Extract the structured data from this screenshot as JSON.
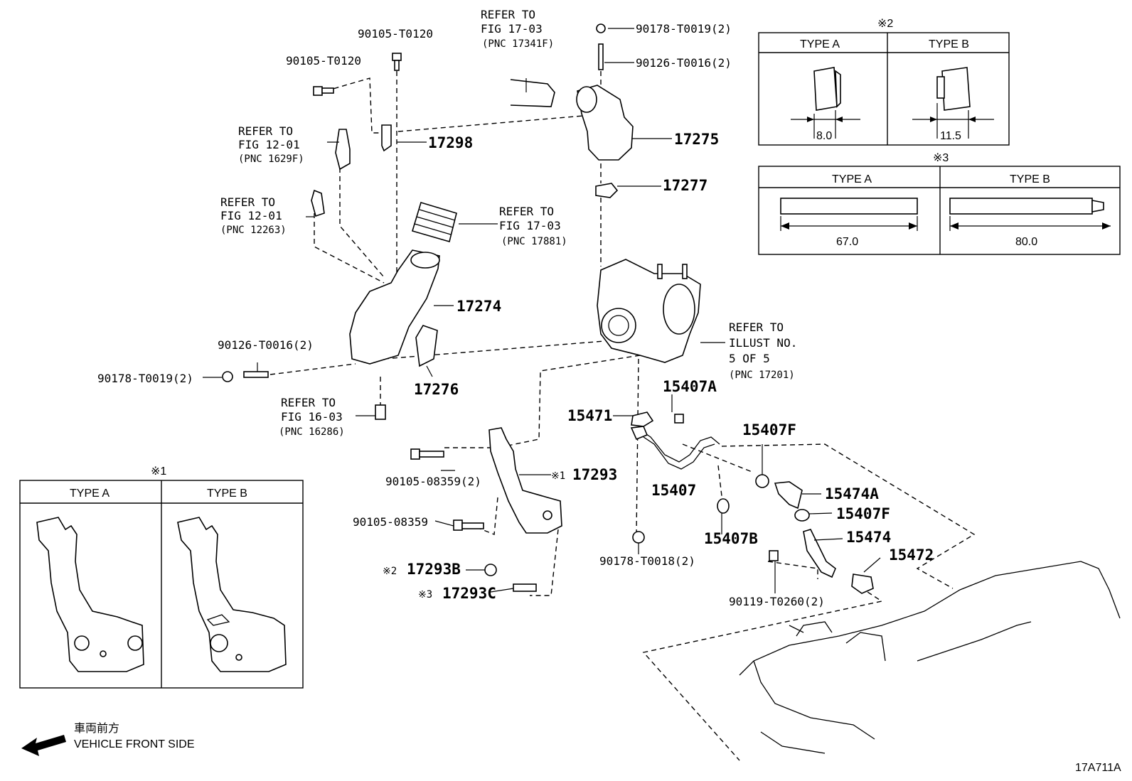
{
  "diagram_code": "17A711A",
  "direction": {
    "jp": "車両前方",
    "en": "VEHICLE FRONT SIDE"
  },
  "parts": {
    "p90105_t0120_top": "90105-T0120",
    "p90105_t0120_left": "90105-T0120",
    "p17298": "17298",
    "p17275": "17275",
    "p17277": "17277",
    "p17274": "17274",
    "p17276": "17276",
    "p90178_t0019_top": "90178-T0019(2)",
    "p90126_t0016_top": "90126-T0016(2)",
    "p90126_t0016_left": "90126-T0016(2)",
    "p90178_t0019_left": "90178-T0019(2)",
    "p15407A": "15407A",
    "p15471": "15471",
    "p15407F_a": "15407F",
    "p15407": "15407",
    "p15474A": "15474A",
    "p15407F_b": "15407F",
    "p15407B": "15407B",
    "p15474": "15474",
    "p15472": "15472",
    "p90178_t0018": "90178-T0018(2)",
    "p90119_t0260": "90119-T0260(2)",
    "p17293": "17293",
    "p90105_08359_a": "90105-08359(2)",
    "p90105_08359_b": "90105-08359",
    "p17293B": "17293B",
    "p17293C": "17293C"
  },
  "notes": {
    "n1": "※1",
    "n2": "※2",
    "n3": "※3"
  },
  "refs": {
    "r_fig1703_a": {
      "line1": "REFER TO",
      "line2": "FIG 17-03",
      "pnc": "(PNC 17341F)"
    },
    "r_fig1201_a": {
      "line1": "REFER TO",
      "line2": "FIG 12-01",
      "pnc": "(PNC 1629F)"
    },
    "r_fig1201_b": {
      "line1": "REFER TO",
      "line2": "FIG 12-01",
      "pnc": "(PNC 12263)"
    },
    "r_fig1703_b": {
      "line1": "REFER TO",
      "line2": "FIG 17-03",
      "pnc": "(PNC 17881)"
    },
    "r_fig1603": {
      "line1": "REFER TO",
      "line2": "FIG 16-03",
      "pnc": "(PNC 16286)"
    },
    "r_illust": {
      "line1": "REFER TO",
      "line2": "ILLUST NO.",
      "line3": "5 OF 5",
      "pnc": "(PNC 17201)"
    }
  },
  "table2": {
    "mark": "※2",
    "typeA": "TYPE A",
    "typeB": "TYPE B",
    "dimA": "8.0",
    "dimB": "11.5"
  },
  "table3": {
    "mark": "※3",
    "typeA": "TYPE A",
    "typeB": "TYPE B",
    "dimA": "67.0",
    "dimB": "80.0"
  },
  "table1": {
    "mark": "※1",
    "typeA": "TYPE A",
    "typeB": "TYPE B"
  }
}
